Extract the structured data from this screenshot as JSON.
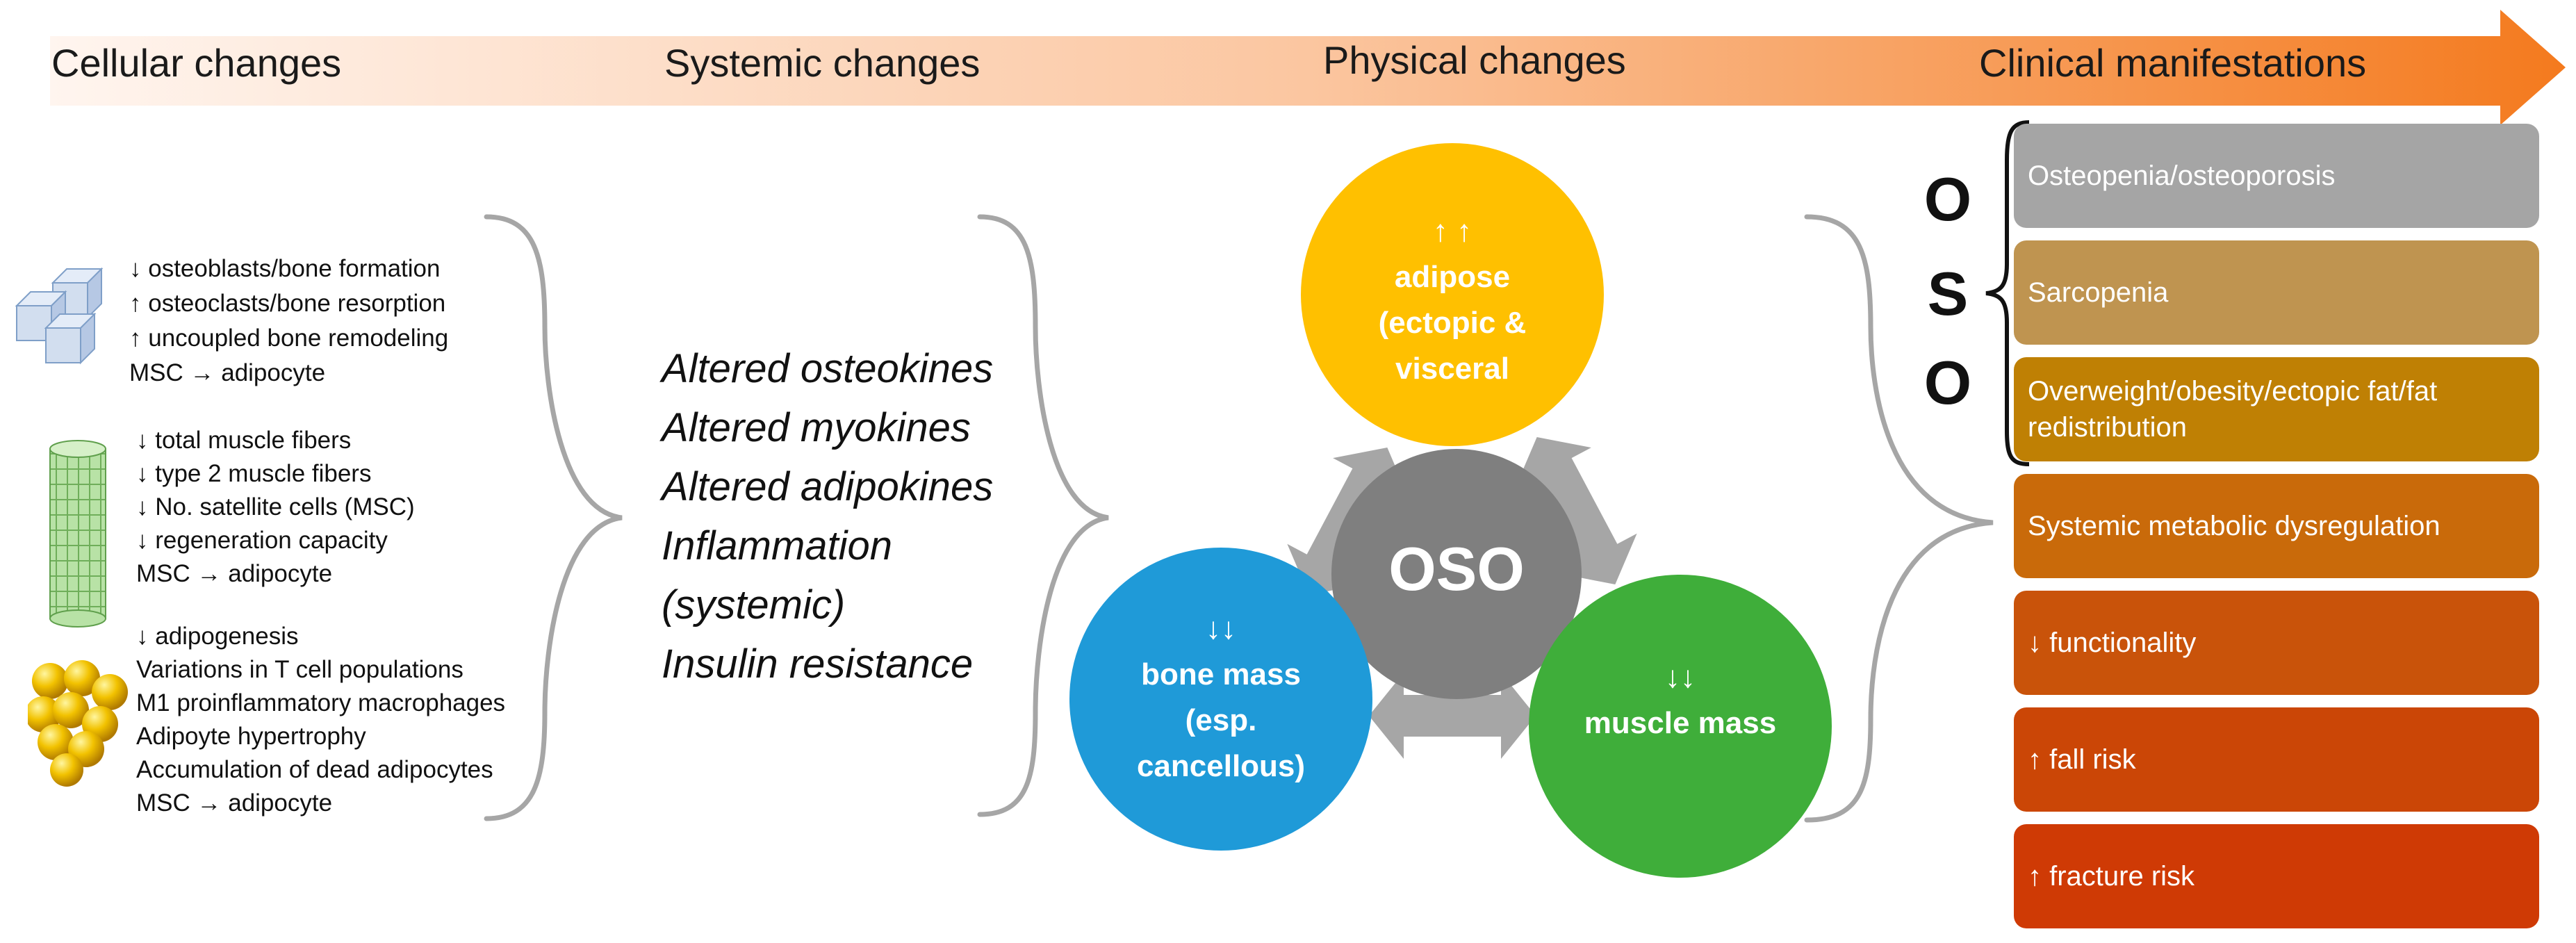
{
  "headers": {
    "cellular": "Cellular changes",
    "systemic": "Systemic changes",
    "physical": "Physical changes",
    "clinical": "Clinical manifestations"
  },
  "cellular": {
    "bone": [
      "↓ osteoblasts/bone formation",
      "↑ osteoclasts/bone resorption",
      "↑ uncoupled bone remodeling",
      "MSC → adipocyte"
    ],
    "muscle": [
      "↓ total muscle fibers",
      "↓ type 2 muscle fibers",
      "↓ No. satellite cells (MSC)",
      "↓ regeneration capacity",
      "MSC → adipocyte"
    ],
    "fat": [
      "↓ adipogenesis",
      "Variations in T cell populations",
      "M1 proinflammatory macrophages",
      "Adipoyte hypertrophy",
      "Accumulation of dead adipocytes",
      "MSC → adipocyte"
    ]
  },
  "systemic": [
    "Altered osteokines",
    "Altered myokines",
    "Altered adipokines",
    "Inflammation",
    "(systemic)",
    "Insulin resistance"
  ],
  "physical": {
    "center": "OSO",
    "adipose": {
      "arrows": "↑ ↑",
      "label": "adipose",
      "sub1": "(ectopic &",
      "sub2": "visceral"
    },
    "bone": {
      "arrows": "↓↓",
      "label": "bone mass",
      "sub1": "(esp.",
      "sub2": "cancellous)"
    },
    "muscle": {
      "arrows": "↓↓",
      "label": "muscle mass"
    }
  },
  "oso_letters": [
    "O",
    "S",
    "O"
  ],
  "clinical": [
    {
      "line1": "Osteopenia/osteoporosis",
      "line2": "",
      "color": "#a5a5a5"
    },
    {
      "line1": "Sarcopenia",
      "line2": "",
      "color": "#bf9450"
    },
    {
      "line1": "Overweight/obesity/ectopic fat/fat",
      "line2": "redistribution",
      "color": "#bf8004"
    },
    {
      "line1": "Systemic metabolic dysregulation",
      "line2": "",
      "color": "#c96a0a"
    },
    {
      "line1": "↓ functionality",
      "line2": "",
      "color": "#c9530a"
    },
    {
      "line1": "↑ fall risk",
      "line2": "",
      "color": "#cb4606"
    },
    {
      "line1": "↑ fracture risk",
      "line2": "",
      "color": "#cf3a05"
    }
  ],
  "colors": {
    "adipose_circle": "#ffc000",
    "bone_circle": "#1f9ad8",
    "muscle_circle": "#3fae3a",
    "center_circle": "#7f7f7f",
    "arrow_grey": "#a6a6a6",
    "brace_grey": "#a6a6a6",
    "banner_start": "#fff3ec",
    "banner_end": "#f57c1f"
  },
  "icons": [
    "bone-cubes-icon",
    "muscle-fibers-icon",
    "fat-cells-icon"
  ]
}
